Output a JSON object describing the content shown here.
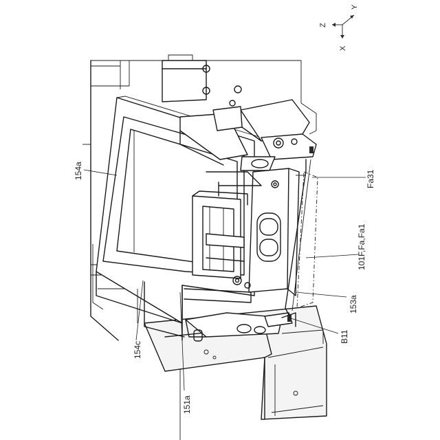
{
  "axes": {
    "y": "Y",
    "z": "Z",
    "x": "X"
  },
  "labels": {
    "l154a": "154a",
    "l154c": "154c",
    "l151a": "151a",
    "lFa31": "Fa31",
    "l101F": "101F,Fa,Fa1",
    "l153a": "153a",
    "lB11": "B11"
  },
  "colors": {
    "line": "#1a1a1a",
    "background": "#ffffff"
  }
}
